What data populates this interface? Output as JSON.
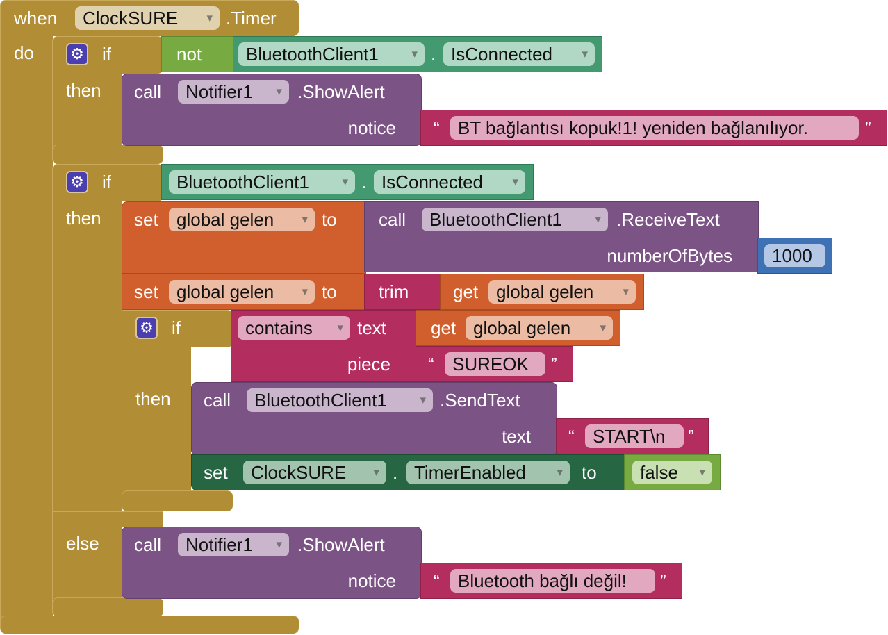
{
  "event": {
    "when": "when",
    "component": "ClockSURE",
    "event": ".Timer",
    "do": "do"
  },
  "if1": {
    "if": "if",
    "then": "then",
    "not": "not",
    "cond_component": "BluetoothClient1",
    "dot": ".",
    "cond_property": "IsConnected",
    "call": {
      "call": "call",
      "component": "Notifier1",
      "method": ".ShowAlert",
      "arg": "notice",
      "value": "BT bağlantısı kopuk!1! yeniden bağlanılıyor.",
      "quote_open": "“",
      "quote_close": "”"
    }
  },
  "if2": {
    "if": "if",
    "then": "then",
    "else": "else",
    "cond_component": "BluetoothClient1",
    "dot": ".",
    "cond_property": "IsConnected",
    "set1": {
      "set": "set",
      "variable": "global gelen",
      "to": "to",
      "call": "call",
      "component": "BluetoothClient1",
      "method": ".ReceiveText",
      "arg": "numberOfBytes",
      "value": "1000"
    },
    "set2": {
      "set": "set",
      "variable": "global gelen",
      "to": "to",
      "trim": "trim",
      "get": "get",
      "get_variable": "global gelen"
    },
    "if3": {
      "if": "if",
      "then": "then",
      "contains": "contains",
      "text_label": "text",
      "piece_label": "piece",
      "get": "get",
      "get_variable": "global gelen",
      "piece": "SUREOK",
      "call": {
        "call": "call",
        "component": "BluetoothClient1",
        "method": ".SendText",
        "arg": "text",
        "value": "START\\n"
      },
      "setter": {
        "set": "set",
        "component": "ClockSURE",
        "dot": ".",
        "property": "TimerEnabled",
        "to": "to",
        "value": "false"
      }
    },
    "else_call": {
      "call": "call",
      "component": "Notifier1",
      "method": ".ShowAlert",
      "arg": "notice",
      "value": "Bluetooth bağlı değil!"
    }
  },
  "quotes": {
    "open": "“",
    "close": "”"
  },
  "gear_icon": "⚙",
  "colors": {
    "control": "#b18e35",
    "logic": "#77ab41",
    "component": "#439970",
    "procedure": "#7c5385",
    "text": "#b32d5e",
    "variable": "#d05f2d",
    "math": "#3f71b5",
    "setter": "#266643"
  }
}
